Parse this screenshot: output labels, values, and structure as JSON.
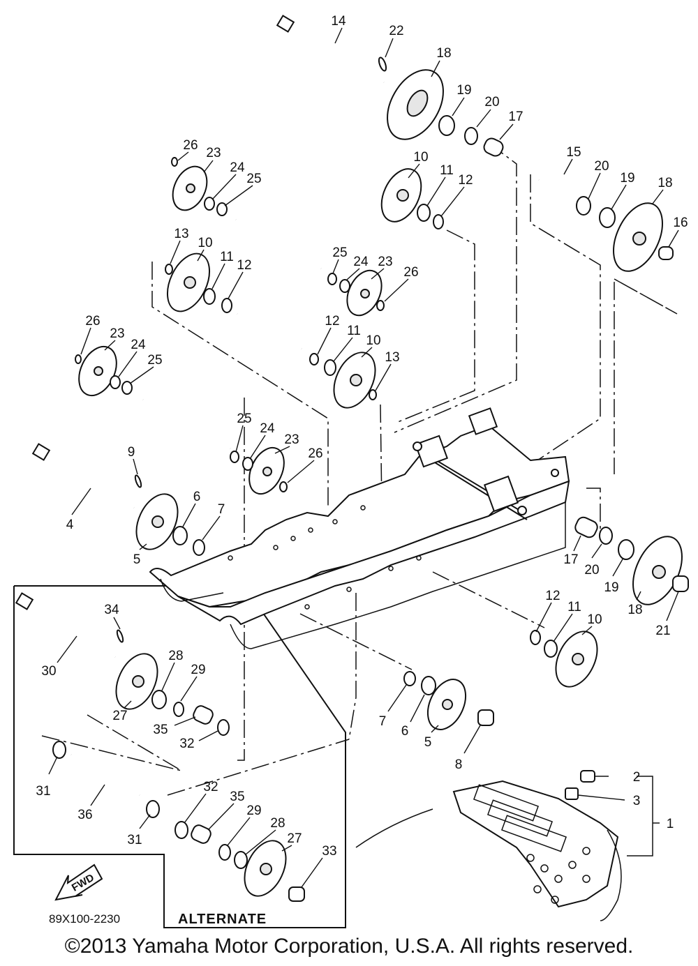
{
  "diagram": {
    "drawing_code": "89X100-2230",
    "alternate_label": "ALTERNATE",
    "fwd_label": "FWD",
    "copyright": "©2013 Yamaha Motor Corporation, U.S.A. All rights reserved.",
    "callouts": [
      {
        "id": "c14a",
        "label": "14"
      },
      {
        "id": "c22",
        "label": "22"
      },
      {
        "id": "c18a",
        "label": "18"
      },
      {
        "id": "c19a",
        "label": "19"
      },
      {
        "id": "c20a",
        "label": "20"
      },
      {
        "id": "c17a",
        "label": "17"
      },
      {
        "id": "c26a",
        "label": "26"
      },
      {
        "id": "c23a",
        "label": "23"
      },
      {
        "id": "c24a",
        "label": "24"
      },
      {
        "id": "c25a",
        "label": "25"
      },
      {
        "id": "c10a",
        "label": "10"
      },
      {
        "id": "c11a",
        "label": "11"
      },
      {
        "id": "c12a",
        "label": "12"
      },
      {
        "id": "c15",
        "label": "15"
      },
      {
        "id": "c20b",
        "label": "20"
      },
      {
        "id": "c19b",
        "label": "19"
      },
      {
        "id": "c18b",
        "label": "18"
      },
      {
        "id": "c16",
        "label": "16"
      },
      {
        "id": "c13a",
        "label": "13"
      },
      {
        "id": "c10b",
        "label": "10"
      },
      {
        "id": "c11b",
        "label": "11"
      },
      {
        "id": "c12b",
        "label": "12"
      },
      {
        "id": "c25b",
        "label": "25"
      },
      {
        "id": "c24b",
        "label": "24"
      },
      {
        "id": "c23b",
        "label": "23"
      },
      {
        "id": "c26b",
        "label": "26"
      },
      {
        "id": "c26c",
        "label": "26"
      },
      {
        "id": "c23c",
        "label": "23"
      },
      {
        "id": "c24c",
        "label": "24"
      },
      {
        "id": "c25c",
        "label": "25"
      },
      {
        "id": "c12c",
        "label": "12"
      },
      {
        "id": "c11c",
        "label": "11"
      },
      {
        "id": "c10c",
        "label": "10"
      },
      {
        "id": "c13b",
        "label": "13"
      },
      {
        "id": "c25d",
        "label": "25"
      },
      {
        "id": "c24d",
        "label": "24"
      },
      {
        "id": "c23d",
        "label": "23"
      },
      {
        "id": "c26d",
        "label": "26"
      },
      {
        "id": "c9",
        "label": "9"
      },
      {
        "id": "c4",
        "label": "4"
      },
      {
        "id": "c6a",
        "label": "6"
      },
      {
        "id": "c7a",
        "label": "7"
      },
      {
        "id": "c5a",
        "label": "5"
      },
      {
        "id": "c17b",
        "label": "17"
      },
      {
        "id": "c20c",
        "label": "20"
      },
      {
        "id": "c19c",
        "label": "19"
      },
      {
        "id": "c18c",
        "label": "18"
      },
      {
        "id": "c21",
        "label": "21"
      },
      {
        "id": "c12d",
        "label": "12"
      },
      {
        "id": "c11d",
        "label": "11"
      },
      {
        "id": "c10d",
        "label": "10"
      },
      {
        "id": "c34",
        "label": "34"
      },
      {
        "id": "c30",
        "label": "30"
      },
      {
        "id": "c28a",
        "label": "28"
      },
      {
        "id": "c29a",
        "label": "29"
      },
      {
        "id": "c27a",
        "label": "27"
      },
      {
        "id": "c35a",
        "label": "35"
      },
      {
        "id": "c32a",
        "label": "32"
      },
      {
        "id": "c7b",
        "label": "7"
      },
      {
        "id": "c6b",
        "label": "6"
      },
      {
        "id": "c5b",
        "label": "5"
      },
      {
        "id": "c8",
        "label": "8"
      },
      {
        "id": "c2",
        "label": "2"
      },
      {
        "id": "c3",
        "label": "3"
      },
      {
        "id": "c1",
        "label": "1"
      },
      {
        "id": "c31a",
        "label": "31"
      },
      {
        "id": "c36",
        "label": "36"
      },
      {
        "id": "c31b",
        "label": "31"
      },
      {
        "id": "c32b",
        "label": "32"
      },
      {
        "id": "c35b",
        "label": "35"
      },
      {
        "id": "c29b",
        "label": "29"
      },
      {
        "id": "c28b",
        "label": "28"
      },
      {
        "id": "c27b",
        "label": "27"
      },
      {
        "id": "c33",
        "label": "33"
      }
    ]
  }
}
